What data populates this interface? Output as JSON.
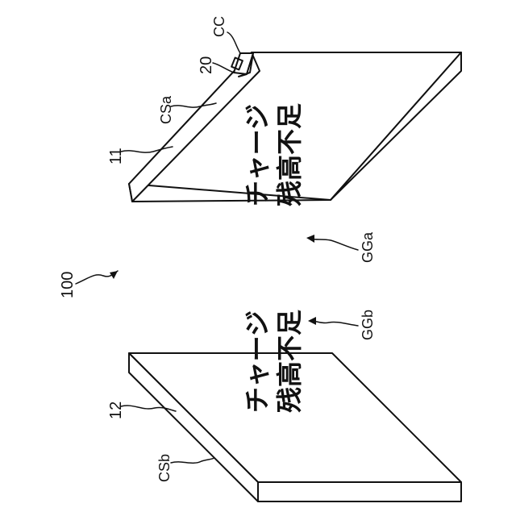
{
  "figure": {
    "ref_assembly": "100",
    "device_a": {
      "ref_body": "11",
      "ref_part": "20",
      "ref_connector": "CC",
      "ref_side": "CSa",
      "ref_screen": "GGa",
      "message_line1": "チャージ",
      "message_line2": "残高不足"
    },
    "device_b": {
      "ref_body": "12",
      "ref_side": "CSb",
      "ref_screen": "GGb",
      "message_line1": "チャージ",
      "message_line2": "残高不足"
    }
  }
}
